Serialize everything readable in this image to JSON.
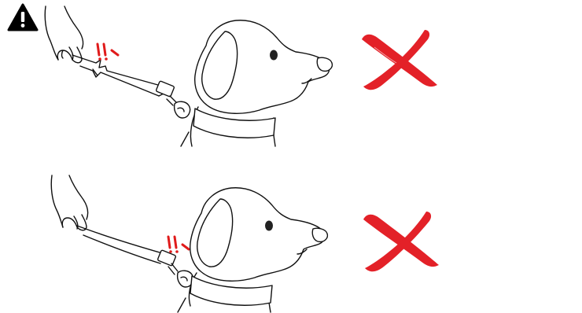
{
  "colors": {
    "background": "#ffffff",
    "line_art": "#111111",
    "warning_icon": "#000000",
    "alert_marks": "#e01b1b",
    "cross_mark": "#e32128"
  },
  "icons": {
    "warning": "warning-triangle-icon",
    "cross": "red-cross-icon",
    "alert": "double-exclamation-icon"
  },
  "panels": [
    {
      "id": "top",
      "leash_state": "torn",
      "verdict": "incorrect"
    },
    {
      "id": "bottom",
      "leash_state": "twisted-at-clip",
      "verdict": "incorrect"
    }
  ]
}
